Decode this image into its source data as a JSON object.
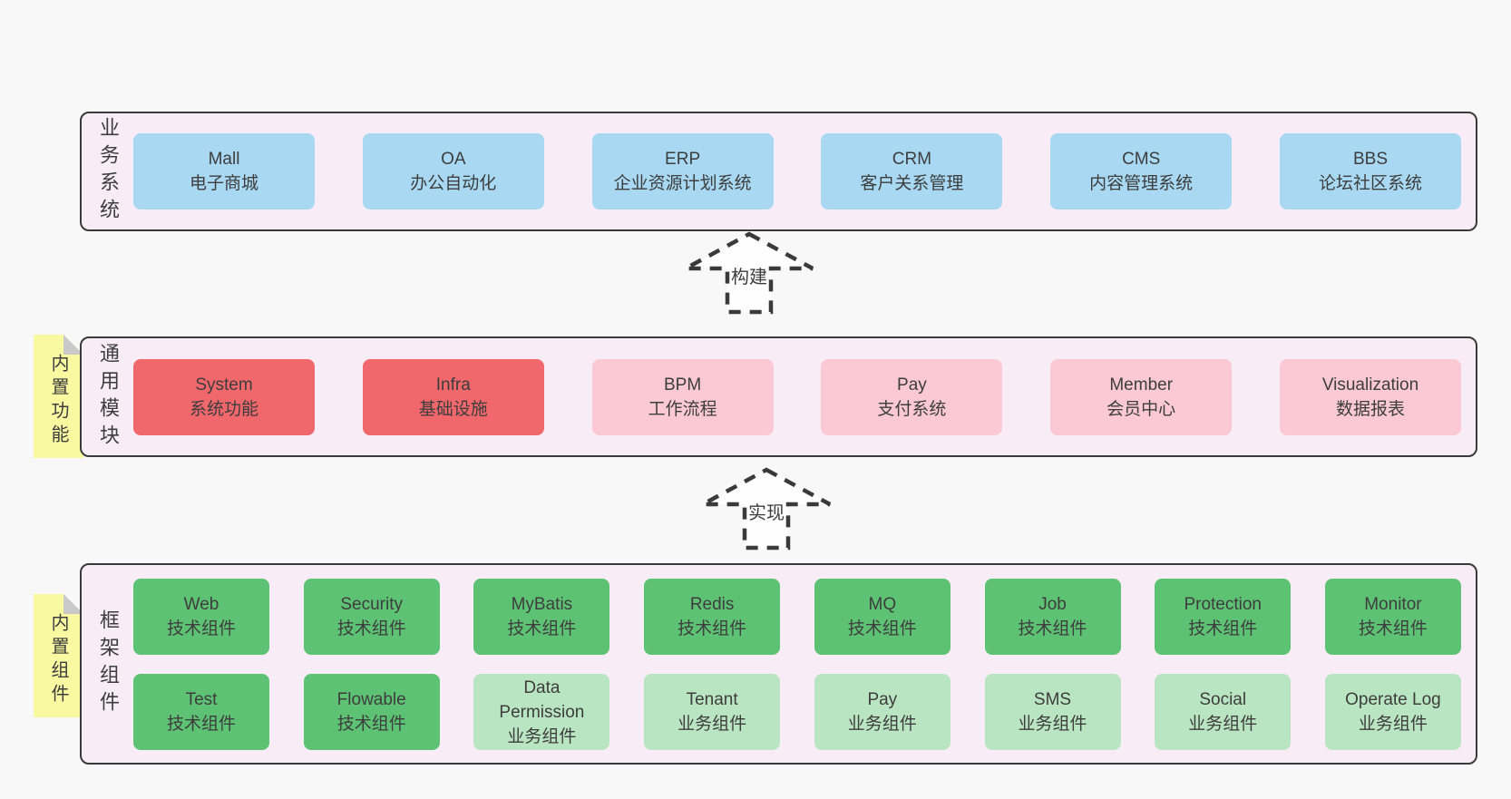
{
  "diagram": {
    "background": "#f8f8f8",
    "container_fill": "#f8edf6",
    "border_color": "#3a3a3a"
  },
  "colors": {
    "blue": "#a8d8f2",
    "red": "#f0676c",
    "pink": "#fac9d3",
    "green": "#5ec274",
    "light_green": "#bae5c3",
    "note_yellow": "#f9f9a1",
    "note_fold": "#c9c9c9"
  },
  "layers": {
    "business": {
      "label": "业务系统",
      "boxes": [
        {
          "name": "Mall",
          "desc": "电子商城",
          "color": "blue"
        },
        {
          "name": "OA",
          "desc": "办公自动化",
          "color": "blue"
        },
        {
          "name": "ERP",
          "desc": "企业资源计划系统",
          "color": "blue"
        },
        {
          "name": "CRM",
          "desc": "客户关系管理",
          "color": "blue"
        },
        {
          "name": "CMS",
          "desc": "内容管理系统",
          "color": "blue"
        },
        {
          "name": "BBS",
          "desc": "论坛社区系统",
          "color": "blue"
        }
      ]
    },
    "modules": {
      "label": "通用模块",
      "note": "内置功能",
      "boxes": [
        {
          "name": "System",
          "desc": "系统功能",
          "color": "red"
        },
        {
          "name": "Infra",
          "desc": "基础设施",
          "color": "red"
        },
        {
          "name": "BPM",
          "desc": "工作流程",
          "color": "pink"
        },
        {
          "name": "Pay",
          "desc": "支付系统",
          "color": "pink"
        },
        {
          "name": "Member",
          "desc": "会员中心",
          "color": "pink"
        },
        {
          "name": "Visualization",
          "desc": "数据报表",
          "color": "pink"
        }
      ]
    },
    "framework": {
      "label": "框架组件",
      "note": "内置组件",
      "rows": [
        [
          {
            "name": "Web",
            "desc": "技术组件",
            "color": "green"
          },
          {
            "name": "Security",
            "desc": "技术组件",
            "color": "green"
          },
          {
            "name": "MyBatis",
            "desc": "技术组件",
            "color": "green"
          },
          {
            "name": "Redis",
            "desc": "技术组件",
            "color": "green"
          },
          {
            "name": "MQ",
            "desc": "技术组件",
            "color": "green"
          },
          {
            "name": "Job",
            "desc": "技术组件",
            "color": "green"
          },
          {
            "name": "Protection",
            "desc": "技术组件",
            "color": "green"
          },
          {
            "name": "Monitor",
            "desc": "技术组件",
            "color": "green"
          }
        ],
        [
          {
            "name": "Test",
            "desc": "技术组件",
            "color": "green"
          },
          {
            "name": "Flowable",
            "desc": "技术组件",
            "color": "green"
          },
          {
            "name": "Data Permission",
            "desc": "业务组件",
            "color": "light_green"
          },
          {
            "name": "Tenant",
            "desc": "业务组件",
            "color": "light_green"
          },
          {
            "name": "Pay",
            "desc": "业务组件",
            "color": "light_green"
          },
          {
            "name": "SMS",
            "desc": "业务组件",
            "color": "light_green"
          },
          {
            "name": "Social",
            "desc": "业务组件",
            "color": "light_green"
          },
          {
            "name": "Operate Log",
            "desc": "业务组件",
            "color": "light_green"
          }
        ]
      ]
    }
  },
  "arrows": {
    "build": {
      "label": "构建"
    },
    "implement": {
      "label": "实现"
    }
  }
}
